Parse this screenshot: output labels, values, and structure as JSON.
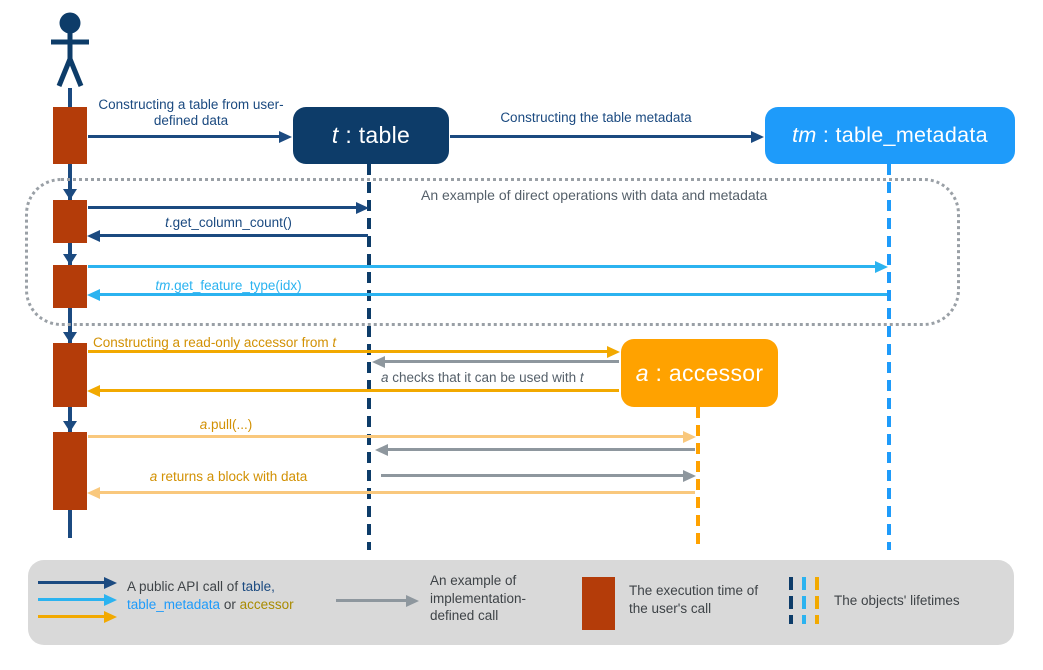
{
  "colors": {
    "navy": "#1b4a80",
    "navy_box": "#0d3c69",
    "blue_box": "#1e9bfa",
    "cyan": "#2bb3f0",
    "orange_box": "#ffa200",
    "gold": "#f2a900",
    "gold_text": "#d29104",
    "light_orange": "#f9c87d",
    "rust": "#b43c09",
    "gray": "#8e979e",
    "gray_text": "#55606a",
    "dotted": "#9aa0a6",
    "legend_bg": "#d9d9d9",
    "legend_text": "#3e4347",
    "legend_accessor": "#a98b00"
  },
  "objects": {
    "table": {
      "var": "t",
      "sep": " : ",
      "name": "table"
    },
    "table_metadata": {
      "var": "tm",
      "sep": " : ",
      "name": "table_metadata"
    },
    "accessor": {
      "var": "a",
      "sep": " : ",
      "name": "accessor"
    }
  },
  "messages": {
    "construct_table": {
      "text": "Constructing a table from user-defined data"
    },
    "construct_metadata": {
      "text": "Constructing the table metadata"
    },
    "direct_ops": {
      "text": "An example of direct operations with data and metadata"
    },
    "get_column_count": {
      "var": "t",
      "rest": ".get_column_count()"
    },
    "get_feature_type": {
      "var": "tm",
      "rest": ".get_feature_type(idx)"
    },
    "construct_accessor": {
      "prefix": "Constructing a read-only accessor from ",
      "var": "t"
    },
    "accessor_checks": {
      "var_a": "a",
      "mid": " checks that it can be used with ",
      "var_t": "t"
    },
    "pull": {
      "var": "a",
      "rest": ".pull(...)"
    },
    "returns_block": {
      "var": "a",
      "rest": " returns a block with data"
    }
  },
  "legend": {
    "api_call": {
      "prefix": "A public API call of ",
      "table": "table,",
      "table_metadata": "table_metadata",
      "or": " or ",
      "accessor": "accessor"
    },
    "impl_call": {
      "text": "An example of implementation-defined call"
    },
    "execution": {
      "text": "The execution time of the user's call"
    },
    "lifetimes": {
      "text": "The objects' lifetimes"
    }
  }
}
